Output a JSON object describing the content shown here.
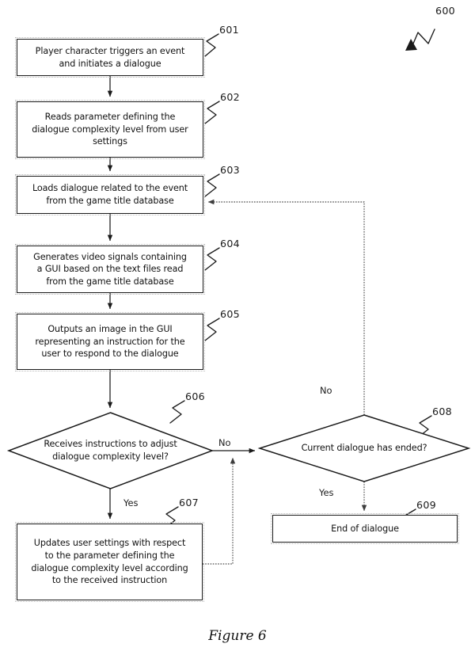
{
  "figure": {
    "caption": "Figure 6",
    "diagram_ref": "600"
  },
  "nodes": {
    "n601": {
      "ref": "601",
      "type": "process",
      "lines": [
        "Player character triggers an event",
        "and initiates a dialogue"
      ]
    },
    "n602": {
      "ref": "602",
      "type": "process",
      "lines": [
        "Reads parameter defining the",
        "dialogue complexity level from user",
        "settings"
      ]
    },
    "n603": {
      "ref": "603",
      "type": "process",
      "lines": [
        "Loads dialogue related to the event",
        "from the game title database"
      ]
    },
    "n604": {
      "ref": "604",
      "type": "process",
      "lines": [
        "Generates video signals containing",
        "a GUI based on the text files read",
        "from the game title database"
      ]
    },
    "n605": {
      "ref": "605",
      "type": "process",
      "lines": [
        "Outputs an image in the GUI",
        "representing an instruction for the",
        "user to respond to the dialogue"
      ]
    },
    "n606": {
      "ref": "606",
      "type": "decision",
      "lines": [
        "Receives instructions",
        "to adjust dialogue",
        "complexity level?"
      ]
    },
    "n607": {
      "ref": "607",
      "type": "process",
      "lines": [
        "Updates user settings with respect",
        "to the parameter defining the",
        "dialogue complexity level according",
        "to the received instruction"
      ]
    },
    "n608": {
      "ref": "608",
      "type": "decision",
      "lines": [
        "Current dialogue has",
        "ended?"
      ]
    },
    "n609": {
      "ref": "609",
      "type": "terminator",
      "lines": [
        "End of dialogue"
      ]
    }
  },
  "edge_labels": {
    "n606_no": "No",
    "n606_yes": "Yes",
    "n608_no": "No",
    "n608_yes": "Yes"
  },
  "style": {
    "ink": "#1a1a1a",
    "paper": "#ffffff",
    "dash_ink": "#5a5a5a"
  }
}
